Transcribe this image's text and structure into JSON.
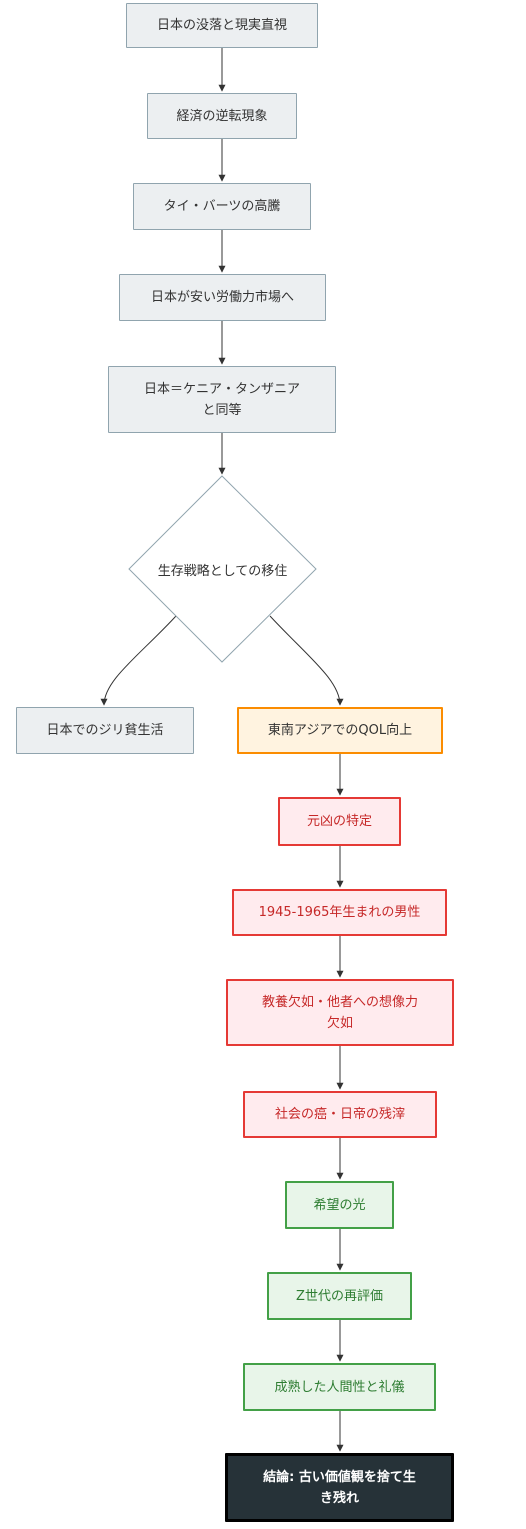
{
  "nodes": {
    "decline": "日本の没落と現実直視",
    "reversal": "経済の逆転現象",
    "baht": "タイ・バーツの高騰",
    "cheap_labor": "日本が安い労働力市場へ",
    "kenya": "日本＝ケニア・タンザニア\nと同等",
    "migration": "生存戦略としての移住",
    "poverty": "日本でのジリ貧生活",
    "qol": "東南アジアでのQOL向上",
    "culprit": "元凶の特定",
    "men": "1945-1965年生まれの男性",
    "lack": "教養欠如・他者への想像力\n欠如",
    "cancer": "社会の癌・日帝の残滓",
    "hope": "希望の光",
    "genz": "Z世代の再評価",
    "mature": "成熟した人間性と礼儀",
    "conclusion": "結論: 古い価値観を捨て生\nき残れ"
  },
  "colors": {
    "default_fill": "#eceff1",
    "default_stroke": "#90a4ae",
    "orange_fill": "#fff3e0",
    "orange_stroke": "#fb8c00",
    "red_fill": "#ffebee",
    "red_stroke": "#e53935",
    "red_text": "#c62828",
    "green_fill": "#e8f5e9",
    "green_stroke": "#43a047",
    "green_text": "#2e7d32",
    "dark_fill": "#263238",
    "edge": "#333333"
  }
}
